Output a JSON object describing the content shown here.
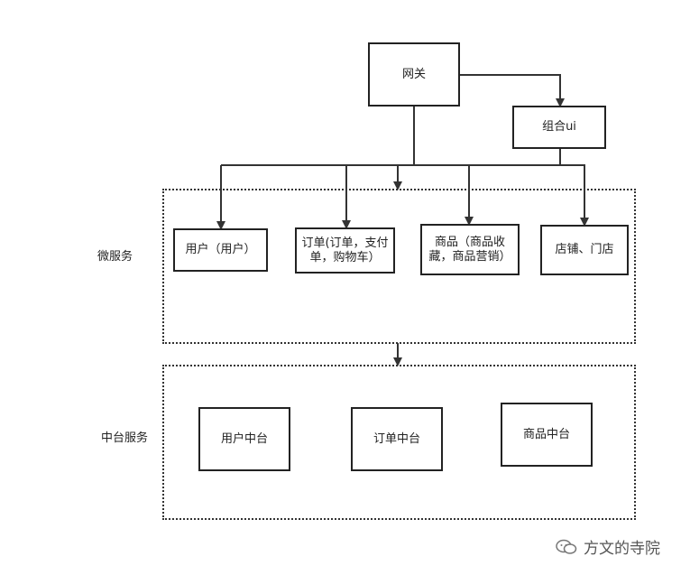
{
  "nodes": {
    "gateway": "网关",
    "compose_ui": "组合ui",
    "user": "用户（用户）",
    "order": "订单(订单，支付单，购物车）",
    "goods": "商品（商品收藏，商品营销）",
    "store": "店铺、门店",
    "user_center": "用户中台",
    "order_center": "订单中台",
    "goods_center": "商品中台"
  },
  "groups": {
    "microservices": "微服务",
    "middle_platform": "中台服务"
  },
  "watermark": "方文的寺院",
  "edges": [
    {
      "from": "网关",
      "to": "组合ui"
    },
    {
      "from": "网关",
      "to": "用户（用户）"
    },
    {
      "from": "网关",
      "to": "订单(订单，支付单，购物车）"
    },
    {
      "from": "网关",
      "to": "商品（商品收藏，商品营销）"
    },
    {
      "from": "网关",
      "to": "微服务"
    },
    {
      "from": "组合ui",
      "to": "店铺、门店"
    },
    {
      "from": "微服务",
      "to": "中台服务"
    }
  ]
}
